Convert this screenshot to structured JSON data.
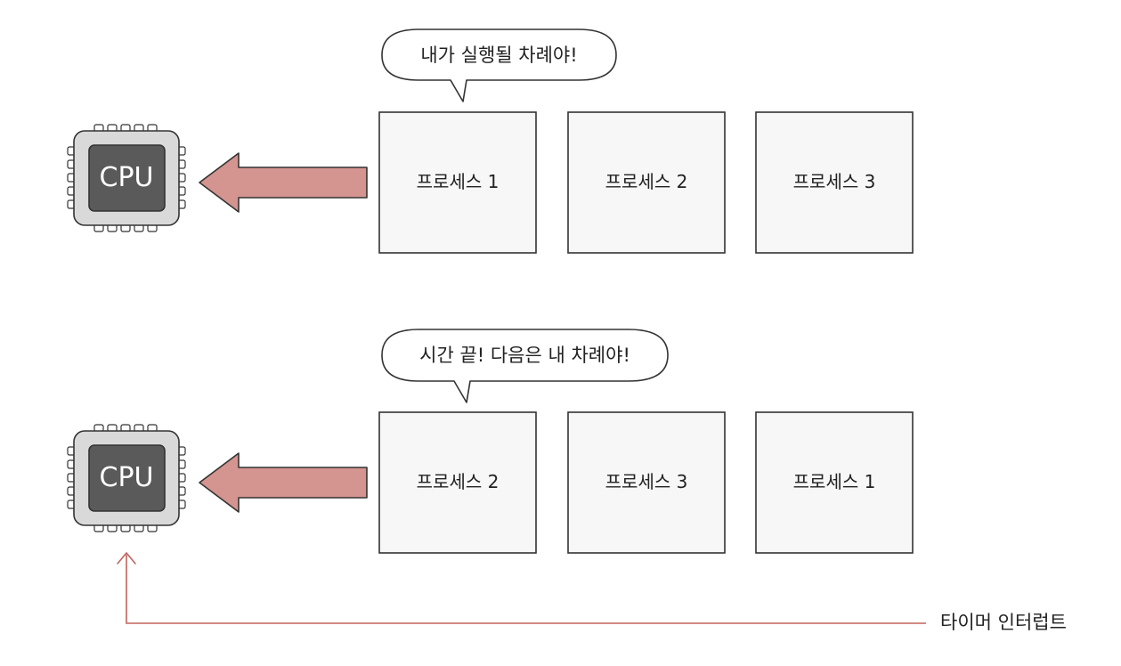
{
  "rows": [
    {
      "bubble_text": "내가 실행될 차례야!",
      "cpu_label": "CPU",
      "processes": [
        "프로세스 1",
        "프로세스 2",
        "프로세스 3"
      ]
    },
    {
      "bubble_text": "시간 끝! 다음은 내 차례야!",
      "cpu_label": "CPU",
      "processes": [
        "프로세스 2",
        "프로세스 3",
        "프로세스 1"
      ]
    }
  ],
  "interrupt": {
    "label": "타이머 인터럽트",
    "color": "#c0635c"
  },
  "colors": {
    "arrow_fill": "#d4948f",
    "arrow_stroke": "#333333",
    "box_fill": "#f7f7f7",
    "chip_outer": "#d9d9d9",
    "chip_inner": "#5a5a5a"
  }
}
